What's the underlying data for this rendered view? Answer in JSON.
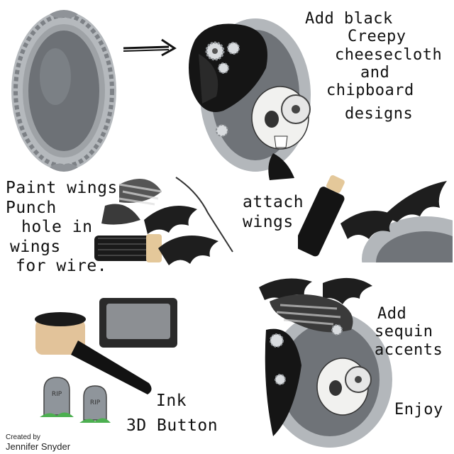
{
  "captions": {
    "step1": [
      "Add black",
      "Creepy",
      "cheesecloth",
      "and",
      "chipboard",
      "designs"
    ],
    "step2": [
      "Paint wings,",
      "Punch",
      "hole in",
      "wings",
      "for wire."
    ],
    "step3": [
      "attach",
      "wings"
    ],
    "step4": [
      "Add",
      "sequin",
      "accents"
    ],
    "step5": [
      "Ink",
      "3D Button"
    ],
    "step6": "Enjoy"
  },
  "tombstone_text": "RIP",
  "credit": {
    "line1": "Created by",
    "line2": "Jennifer Snyder"
  },
  "colors": {
    "frame_silver": "#a9adb1",
    "mirror_gray": "#6d7176",
    "cloth_black": "#151515",
    "wing_black": "#1e1e1e",
    "grass_green": "#4caf50",
    "ink_pad": "#2a2a2a"
  },
  "icons": [
    "right-arrow-icon",
    "gear-icon",
    "skull-icon",
    "bat-wing-icon",
    "wire-spool-icon",
    "ink-blender-tool-icon",
    "tombstone-icon"
  ]
}
